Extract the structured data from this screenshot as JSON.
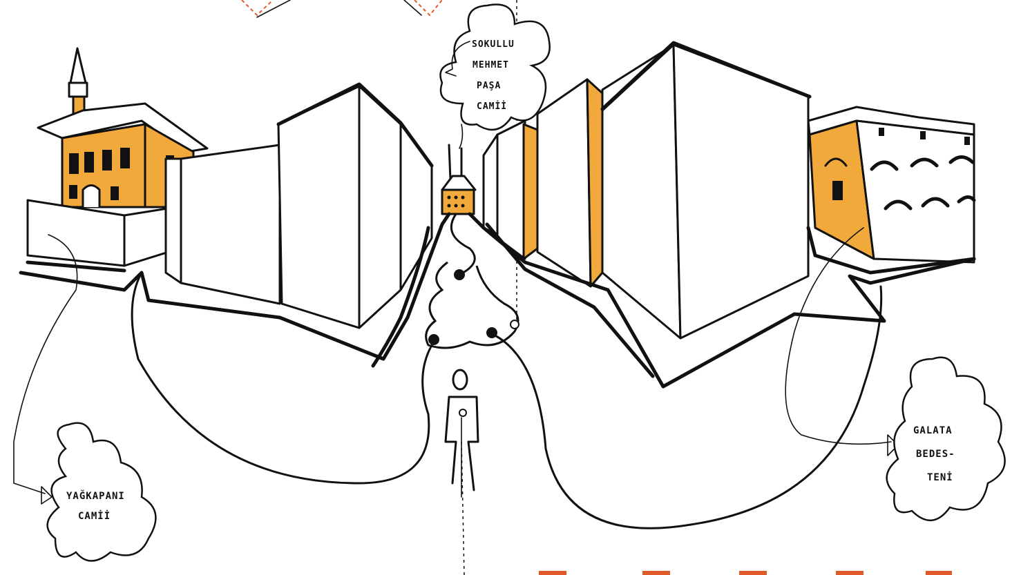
{
  "colors": {
    "ink": "#111111",
    "accent": "#f0a93a",
    "accent_dash": "#e05a2b",
    "paper": "#ffffff"
  },
  "labels": {
    "top_center": [
      "SOKULLU",
      "MEHMET",
      "PAŞA",
      "CAMİİ"
    ],
    "bottom_left": [
      "YAĞKAPANI",
      "CAMİİ"
    ],
    "bottom_right": [
      "GALATA",
      "BEDES-",
      "TENİ"
    ]
  }
}
